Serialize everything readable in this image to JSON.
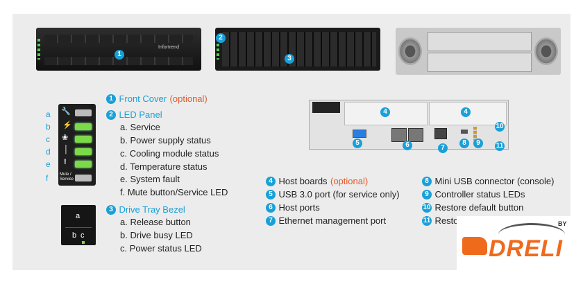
{
  "callouts": {
    "c1": "1",
    "c2": "2",
    "c3": "3",
    "c4": "4",
    "c5": "5",
    "c6": "6",
    "c7": "7",
    "c8": "8",
    "c9": "9",
    "c10": "10",
    "c11": "11"
  },
  "front_cover_title": "Front Cover",
  "front_cover_opt": "(optional)",
  "led_panel_title": "LED Panel",
  "led_panel_items": [
    "a. Service",
    "b. Power supply status",
    "c. Cooling module status",
    "d. Temperature status",
    "e. System fault",
    "f.  Mute button/Service LED"
  ],
  "panel_letters": [
    "a",
    "b",
    "c",
    "d",
    "e",
    "f"
  ],
  "mute_label": "Mute / Service",
  "drive_tray_title": "Drive Tray Bezel",
  "drive_tray_items": [
    "a. Release button",
    "b. Drive busy LED",
    "c. Power status LED"
  ],
  "tray_letters": {
    "a": "a",
    "b": "b",
    "c": "c"
  },
  "host_boards": "Host boards",
  "host_boards_opt": "(optional)",
  "usb": "USB 3.0 port (for service only)",
  "host_ports": "Host ports",
  "ethernet": "Ethernet management port",
  "mini_usb": "Mini USB connector (console)",
  "ctrl_leds": "Controller status LEDs",
  "restore_btn": "Restore default button",
  "restore_partial": "Resto",
  "logo_by": "BY",
  "logo_text": "DRELI",
  "brand_text": "Infortrend",
  "colors": {
    "accent": "#1aa0d8",
    "optional": "#e0592a",
    "led_green": "#7cd94a",
    "logo_orange": "#f06a1c"
  }
}
